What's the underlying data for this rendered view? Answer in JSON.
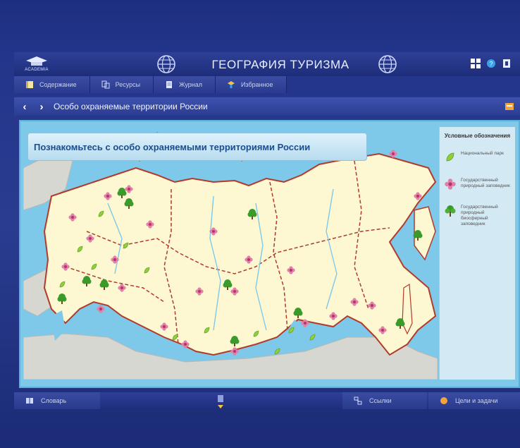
{
  "app": {
    "title": "ГЕОГРАФИЯ ТУРИЗМА",
    "logo_text": "ACADEMIA"
  },
  "tabs": [
    {
      "label": "Содержание",
      "icon": "book-icon"
    },
    {
      "label": "Ресурсы",
      "icon": "resources-icon"
    },
    {
      "label": "Журнал",
      "icon": "journal-icon"
    },
    {
      "label": "Избранное",
      "icon": "favorites-icon"
    }
  ],
  "breadcrumb": {
    "title": "Особо охраняемые территории России",
    "back": "‹",
    "forward": "›"
  },
  "banner": {
    "text": "Познакомьтесь с особо охраняемыми территориями России"
  },
  "legend": {
    "title": "Условные обозначения",
    "items": [
      {
        "label": "Национальный парк",
        "icon": "leaf-icon",
        "color": "#8fcf3a"
      },
      {
        "label": "Государственный природный заповедник",
        "icon": "flower-icon",
        "color": "#d65a8a"
      },
      {
        "label": "Государственный природный биосферный заповедник",
        "icon": "tree-icon",
        "color": "#3a9a2a"
      }
    ]
  },
  "bottom": {
    "dictionary": "Словарь",
    "links": "Ссылки",
    "goals": "Цели и задачи"
  },
  "colors": {
    "background": "#1a2c78",
    "water": "#7ec8ea",
    "land": "#fdf8d2",
    "foreign_land": "#d7d7d2",
    "border": "#b23a2a",
    "banner_text": "#1c4d8c"
  }
}
